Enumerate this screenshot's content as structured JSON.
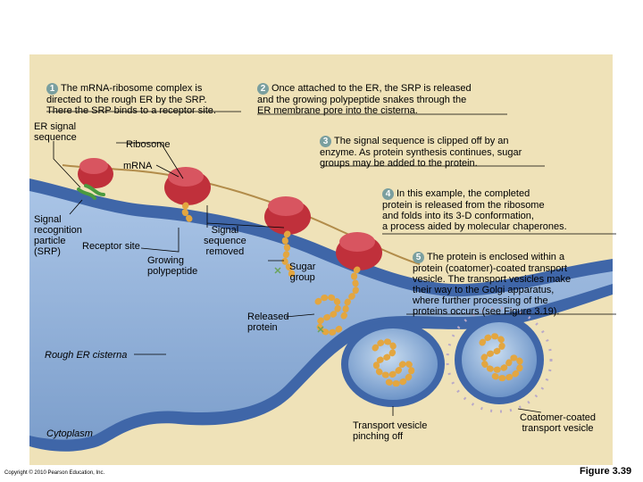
{
  "steps": [
    {
      "num": "1",
      "text": "The mRNA-ribosome complex is\ndirected to the rough ER by the SRP.\nThere the SRP binds to a receptor site."
    },
    {
      "num": "2",
      "text": "Once attached to the ER, the SRP is released\nand the growing polypeptide snakes through the\nER membrane pore into the cisterna."
    },
    {
      "num": "3",
      "text": "The signal sequence is clipped off by an\nenzyme. As protein synthesis continues, sugar\ngroups may be added to the protein."
    },
    {
      "num": "4",
      "text": "In this example, the completed\nprotein is released from the ribosome\nand folds into its 3-D conformation,\na process aided by molecular chaperones."
    },
    {
      "num": "5",
      "text": "The protein is enclosed within a\nprotein (coatomer)-coated transport\nvesicle. The transport vesicles make\ntheir way to the Golgi apparatus,\nwhere further processing of the\nproteins occurs (see Figure 3.19)."
    }
  ],
  "labels": {
    "er_signal_sequence": "ER signal\nsequence",
    "ribosome": "Ribosome",
    "mrna": "mRNA",
    "srp": "Signal\nrecognition\nparticle\n(SRP)",
    "receptor_site": "Receptor site",
    "signal_sequence_removed": "Signal\nsequence\nremoved",
    "growing_polypeptide": "Growing\npolypeptide",
    "sugar_group": "Sugar\ngroup",
    "released_protein": "Released\nprotein",
    "rough_er_cisterna": "Rough ER cisterna",
    "cytoplasm": "Cytoplasm",
    "transport_vesicle_pinching": "Transport vesicle\npinching off",
    "coatomer_coated_vesicle": "Coatomer-coated\ntransport vesicle"
  },
  "footer": {
    "copyright": "Copyright © 2010 Pearson Education, Inc.",
    "figure": "Figure 3.39"
  },
  "colors": {
    "cytoplasm_bg": "#efe2b8",
    "er_membrane": "#3f66a8",
    "er_lumen": "#93b4de",
    "ribosome": "#c0303b",
    "protein_bead": "#e3a640",
    "step_badge": "#7a9f9f",
    "srp": "#4b9a3f"
  }
}
